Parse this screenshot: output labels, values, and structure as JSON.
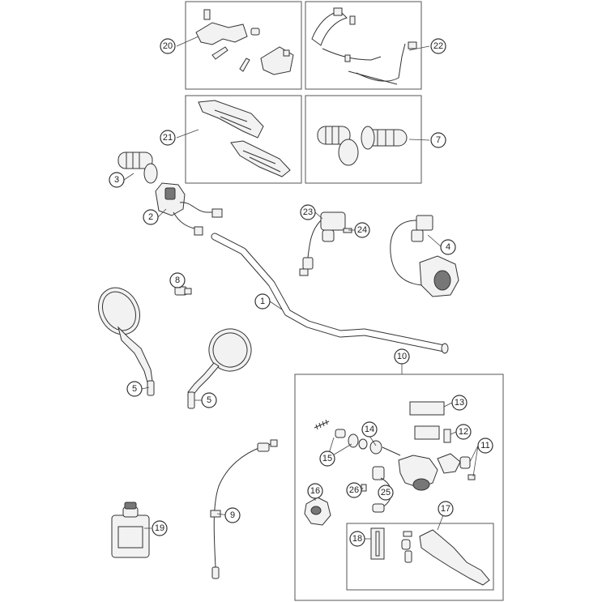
{
  "callouts": [
    {
      "id": "c1",
      "label": "1"
    },
    {
      "id": "c2",
      "label": "2"
    },
    {
      "id": "c3",
      "label": "3"
    },
    {
      "id": "c4",
      "label": "4"
    },
    {
      "id": "c5a",
      "label": "5"
    },
    {
      "id": "c5b",
      "label": "5"
    },
    {
      "id": "c7",
      "label": "7"
    },
    {
      "id": "c8",
      "label": "8"
    },
    {
      "id": "c9",
      "label": "9"
    },
    {
      "id": "c10",
      "label": "10"
    },
    {
      "id": "c11",
      "label": "11"
    },
    {
      "id": "c12",
      "label": "12"
    },
    {
      "id": "c13",
      "label": "13"
    },
    {
      "id": "c14",
      "label": "14"
    },
    {
      "id": "c15",
      "label": "15"
    },
    {
      "id": "c16",
      "label": "16"
    },
    {
      "id": "c17",
      "label": "17"
    },
    {
      "id": "c18",
      "label": "18"
    },
    {
      "id": "c19",
      "label": "19"
    },
    {
      "id": "c20",
      "label": "20"
    },
    {
      "id": "c21",
      "label": "21"
    },
    {
      "id": "c22",
      "label": "22"
    },
    {
      "id": "c23",
      "label": "23"
    },
    {
      "id": "c24",
      "label": "24"
    },
    {
      "id": "c25",
      "label": "25"
    },
    {
      "id": "c26",
      "label": "26"
    }
  ],
  "colors": {
    "line": "#333333",
    "fill": "#f2f2f2",
    "background": "#ffffff"
  }
}
